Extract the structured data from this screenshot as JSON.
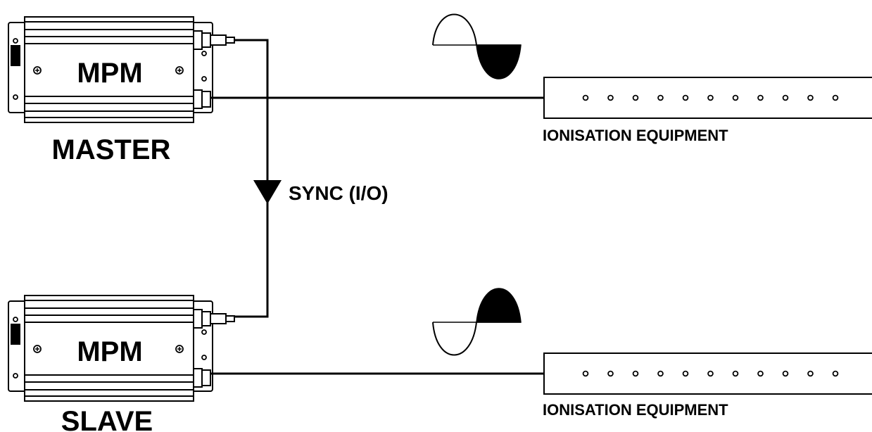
{
  "master": {
    "unit_label": "MPM",
    "role_label": "MASTER",
    "equipment_label": "IONISATION EQUIPMENT"
  },
  "slave": {
    "unit_label": "MPM",
    "role_label": "SLAVE",
    "equipment_label": "IONISATION EQUIPMENT"
  },
  "sync": {
    "label": "SYNC (I/O)"
  },
  "equipment_emitter_count": 11
}
